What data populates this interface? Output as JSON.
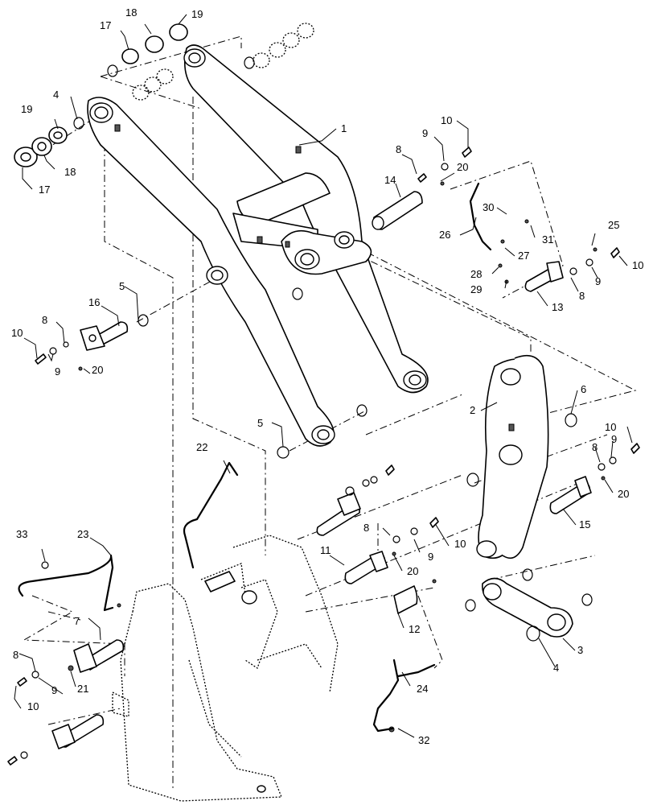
{
  "callouts": [
    {
      "id": "c1",
      "text": "1"
    },
    {
      "id": "c2",
      "text": "2"
    },
    {
      "id": "c3",
      "text": "3"
    },
    {
      "id": "c4a",
      "text": "4"
    },
    {
      "id": "c4b",
      "text": "4"
    },
    {
      "id": "c5a",
      "text": "5"
    },
    {
      "id": "c5b",
      "text": "5"
    },
    {
      "id": "c6",
      "text": "6"
    },
    {
      "id": "c7",
      "text": "7"
    },
    {
      "id": "c8a",
      "text": "8"
    },
    {
      "id": "c8b",
      "text": "8"
    },
    {
      "id": "c8c",
      "text": "8"
    },
    {
      "id": "c8d",
      "text": "8"
    },
    {
      "id": "c8e",
      "text": "8"
    },
    {
      "id": "c8f",
      "text": "8"
    },
    {
      "id": "c9a",
      "text": "9"
    },
    {
      "id": "c9b",
      "text": "9"
    },
    {
      "id": "c9c",
      "text": "9"
    },
    {
      "id": "c9d",
      "text": "9"
    },
    {
      "id": "c9e",
      "text": "9"
    },
    {
      "id": "c9f",
      "text": "9"
    },
    {
      "id": "c10a",
      "text": "10"
    },
    {
      "id": "c10b",
      "text": "10"
    },
    {
      "id": "c10c",
      "text": "10"
    },
    {
      "id": "c10d",
      "text": "10"
    },
    {
      "id": "c10e",
      "text": "10"
    },
    {
      "id": "c10f",
      "text": "10"
    },
    {
      "id": "c11",
      "text": "11"
    },
    {
      "id": "c12",
      "text": "12"
    },
    {
      "id": "c13",
      "text": "13"
    },
    {
      "id": "c14",
      "text": "14"
    },
    {
      "id": "c15",
      "text": "15"
    },
    {
      "id": "c16",
      "text": "16"
    },
    {
      "id": "c17a",
      "text": "17"
    },
    {
      "id": "c17b",
      "text": "17"
    },
    {
      "id": "c18a",
      "text": "18"
    },
    {
      "id": "c18b",
      "text": "18"
    },
    {
      "id": "c19a",
      "text": "19"
    },
    {
      "id": "c19b",
      "text": "19"
    },
    {
      "id": "c20a",
      "text": "20"
    },
    {
      "id": "c20b",
      "text": "20"
    },
    {
      "id": "c20c",
      "text": "20"
    },
    {
      "id": "c20d",
      "text": "20"
    },
    {
      "id": "c21",
      "text": "21"
    },
    {
      "id": "c22",
      "text": "22"
    },
    {
      "id": "c23",
      "text": "23"
    },
    {
      "id": "c24",
      "text": "24"
    },
    {
      "id": "c25",
      "text": "25"
    },
    {
      "id": "c26",
      "text": "26"
    },
    {
      "id": "c27",
      "text": "27"
    },
    {
      "id": "c28",
      "text": "28"
    },
    {
      "id": "c29",
      "text": "29"
    },
    {
      "id": "c30",
      "text": "30"
    },
    {
      "id": "c31",
      "text": "31"
    },
    {
      "id": "c32",
      "text": "32"
    },
    {
      "id": "c33",
      "text": "33"
    }
  ]
}
